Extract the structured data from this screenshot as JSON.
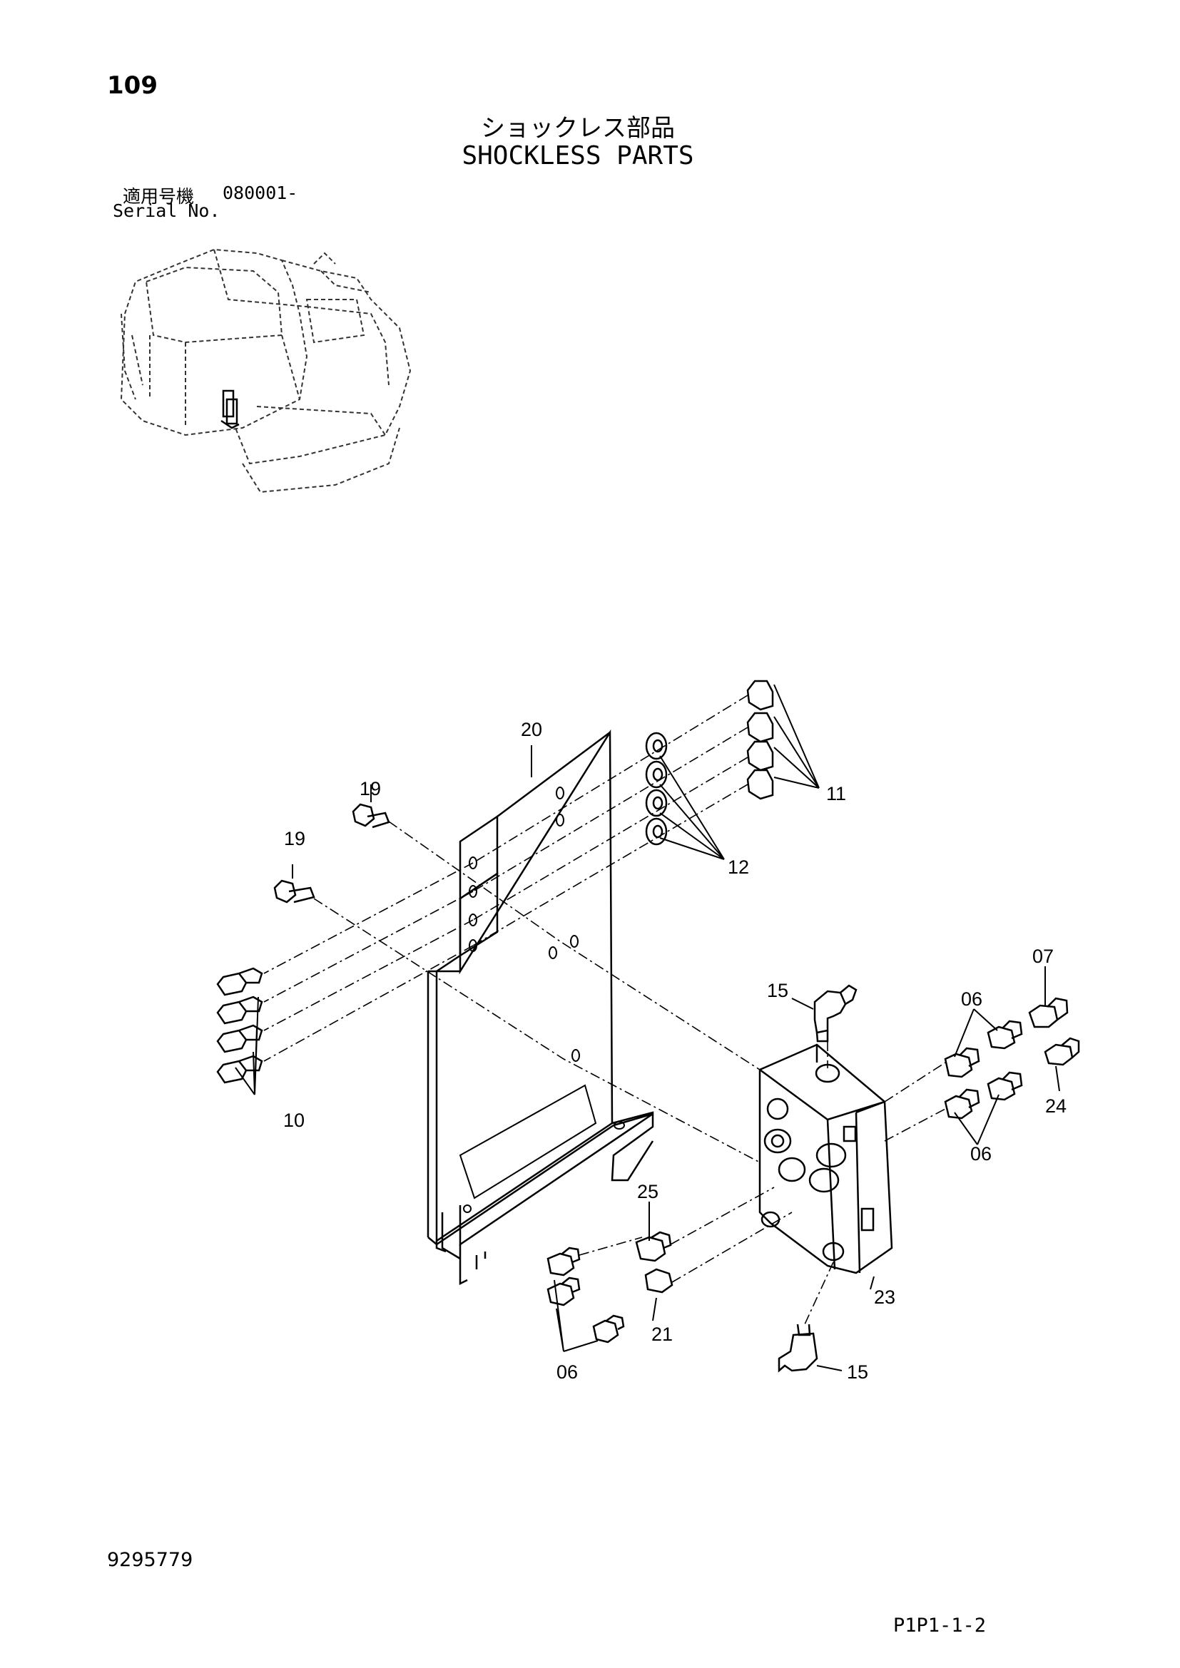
{
  "header": {
    "page_number": "109",
    "title_jp": "ショックレス部品",
    "title_en": "SHOCKLESS PARTS",
    "serial_label_jp": "適用号機",
    "serial_value": "080001-",
    "serial_label_en": "Serial No."
  },
  "callouts": [
    "20",
    "19",
    "19",
    "11",
    "12",
    "15",
    "07",
    "06",
    "06",
    "10",
    "24",
    "25",
    "23",
    "21",
    "06",
    "15"
  ],
  "footer": {
    "document_number": "9295779",
    "page_ref": "P1P1-1-2"
  }
}
